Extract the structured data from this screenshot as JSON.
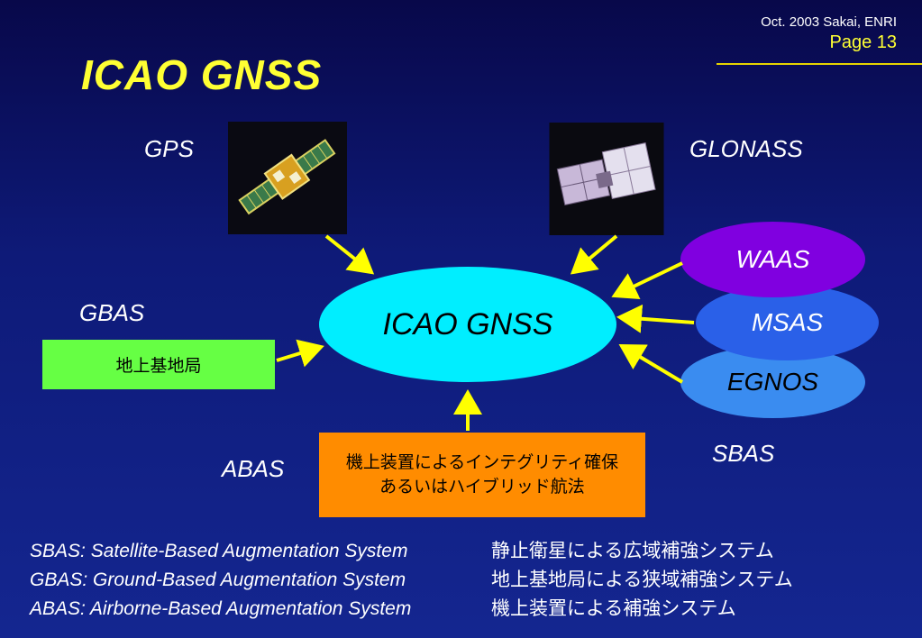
{
  "header": {
    "date_org": "Oct. 2003 Sakai, ENRI",
    "page": "Page 13"
  },
  "title": "ICAO GNSS",
  "labels": {
    "gps": "GPS",
    "glonass": "GLONASS",
    "gbas": "GBAS",
    "abas": "ABAS",
    "sbas": "SBAS"
  },
  "center": "ICAO GNSS",
  "sbas_systems": [
    "WAAS",
    "MSAS",
    "EGNOS"
  ],
  "gbas_box": "地上基地局",
  "abas_box": [
    "機上装置によるインテグリティ確保",
    "あるいはハイブリッド航法"
  ],
  "definitions": [
    {
      "en": "SBAS: Satellite-Based Augmentation System",
      "ja": "静止衛星による広域補強システム"
    },
    {
      "en": "GBAS: Ground-Based Augmentation System",
      "ja": "地上基地局による狭域補強システム"
    },
    {
      "en": "ABAS: Airborne-Based Augmentation System",
      "ja": "機上装置による補強システム"
    }
  ],
  "icons": [
    "gps-satellite-icon",
    "glonass-satellite-icon"
  ],
  "colors": {
    "title": "#ffff33",
    "arrow": "#ffff00",
    "center": "#00eeff",
    "waas": "#8000e0",
    "msas": "#2a60e8",
    "egnos": "#3a8cf0",
    "gbas_box": "#66ff44",
    "abas_box": "#ff8c00"
  }
}
